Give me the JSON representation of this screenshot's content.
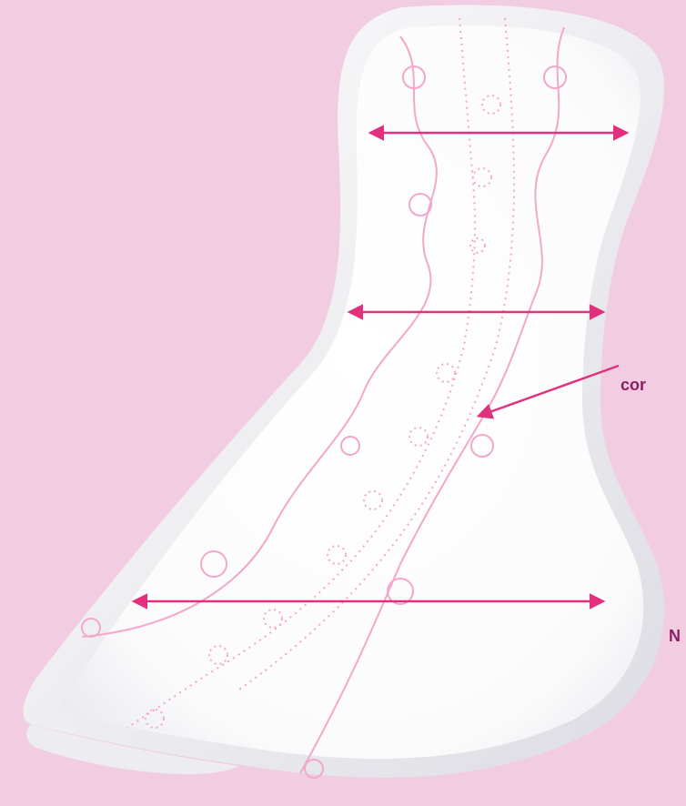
{
  "colors": {
    "background": "#F2CDE2",
    "pad_fill": "#FFFFFF",
    "pattern": "#F2A7CB",
    "arrow": "#E0307E",
    "label_text": "#8B1E63"
  },
  "labels": {
    "comfort_label": "cor",
    "size_label": "N"
  },
  "icons": {
    "top_arrow": "double-headed-arrow",
    "middle_arrow": "double-headed-arrow",
    "bottom_arrow": "double-headed-arrow",
    "pointer_arrow": "arrow-pointer"
  }
}
